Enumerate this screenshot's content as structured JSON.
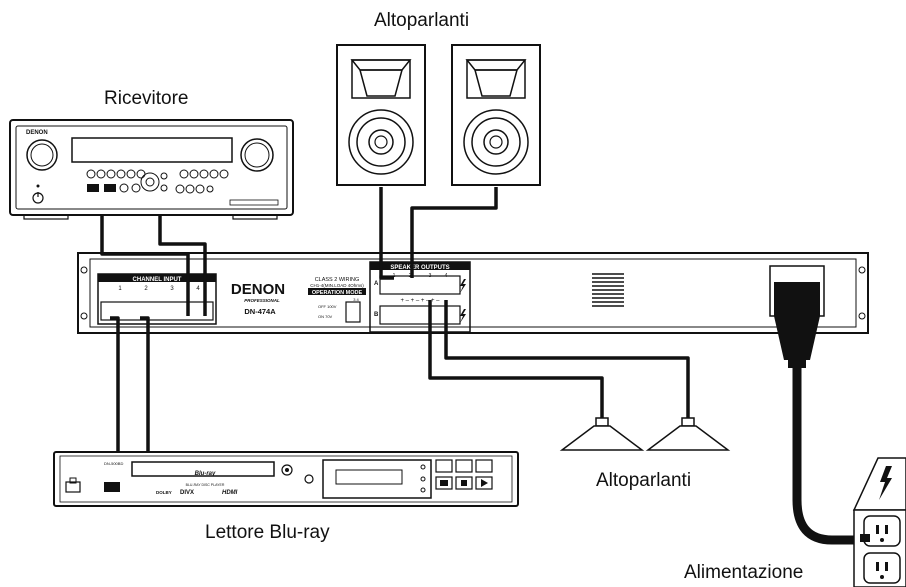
{
  "labels": {
    "speakers_top": "Altoparlanti",
    "receiver": "Ricevitore",
    "speakers_bottom": "Altoparlanti",
    "bluray": "Lettore Blu-ray",
    "power": "Alimentazione"
  },
  "receiver_panel": {
    "brand": "DENON"
  },
  "amplifier": {
    "brand": "DENON",
    "brand_sub": "PROFESSIONAL",
    "model": "DN-474A",
    "input_header": "CHANNEL INPUT",
    "input_channels": [
      "1",
      "2",
      "3",
      "4"
    ],
    "wiring_line1": "CLASS 2 WIRING",
    "wiring_line2": "CH1-4(MIN.LOAD 4Ohms)",
    "operation_mode": "OPERATION MODE",
    "mode_off": "OFF 100V",
    "mode_on": "ON 70V",
    "mode_channels": "3  4",
    "speaker_outputs": "SPEAKER OUTPUTS",
    "output_channels": [
      "1",
      "2",
      "3",
      "4"
    ],
    "row_a": "A",
    "row_b": "B"
  },
  "bluray_panel": {
    "model": "DN-500BD",
    "logo": "Blu-ray",
    "hdmi": "HDMI",
    "divx": "DIVX",
    "dolby": "DOLBY",
    "disc_label": "BLU-RAY DISC PLAYER"
  }
}
